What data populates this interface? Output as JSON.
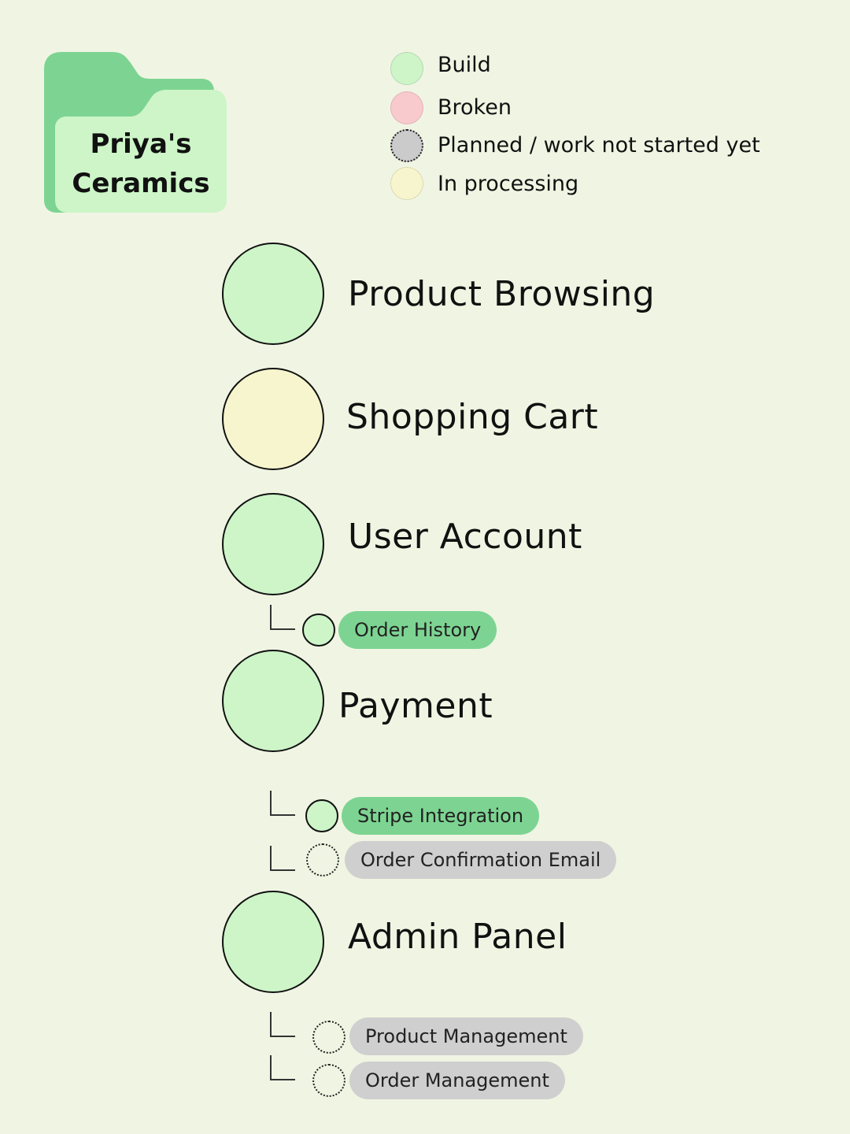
{
  "colors": {
    "background": "#f0f5e3",
    "build": "#cdf5c8",
    "broken": "#f8c9cd",
    "planned": "#cbcbcb",
    "processing": "#f6f5cd",
    "pill_build": "#7dd492",
    "pill_planned": "#cfcfcf",
    "folder_back": "#7dd492",
    "folder_front": "#cdf5c8"
  },
  "folder": {
    "icon": "folder-icon",
    "title_line1": "Priya's",
    "title_line2": "Ceramics"
  },
  "legend": [
    {
      "status": "build",
      "label": "Build"
    },
    {
      "status": "broken",
      "label": "Broken"
    },
    {
      "status": "planned",
      "label": "Planned / work not started yet"
    },
    {
      "status": "processing",
      "label": "In processing"
    }
  ],
  "features": [
    {
      "label": "Product Browsing",
      "status": "build"
    },
    {
      "label": "Shopping Cart",
      "status": "processing"
    },
    {
      "label": "User Account",
      "status": "build",
      "children": [
        {
          "label": "Order History",
          "status": "build"
        }
      ]
    },
    {
      "label": "Payment",
      "status": "build",
      "children": [
        {
          "label": "Stripe Integration",
          "status": "build"
        },
        {
          "label": "Order Confirmation Email",
          "status": "planned"
        }
      ]
    },
    {
      "label": "Admin Panel",
      "status": "build",
      "children": [
        {
          "label": "Product Management",
          "status": "planned"
        },
        {
          "label": "Order Management",
          "status": "planned"
        }
      ]
    }
  ]
}
